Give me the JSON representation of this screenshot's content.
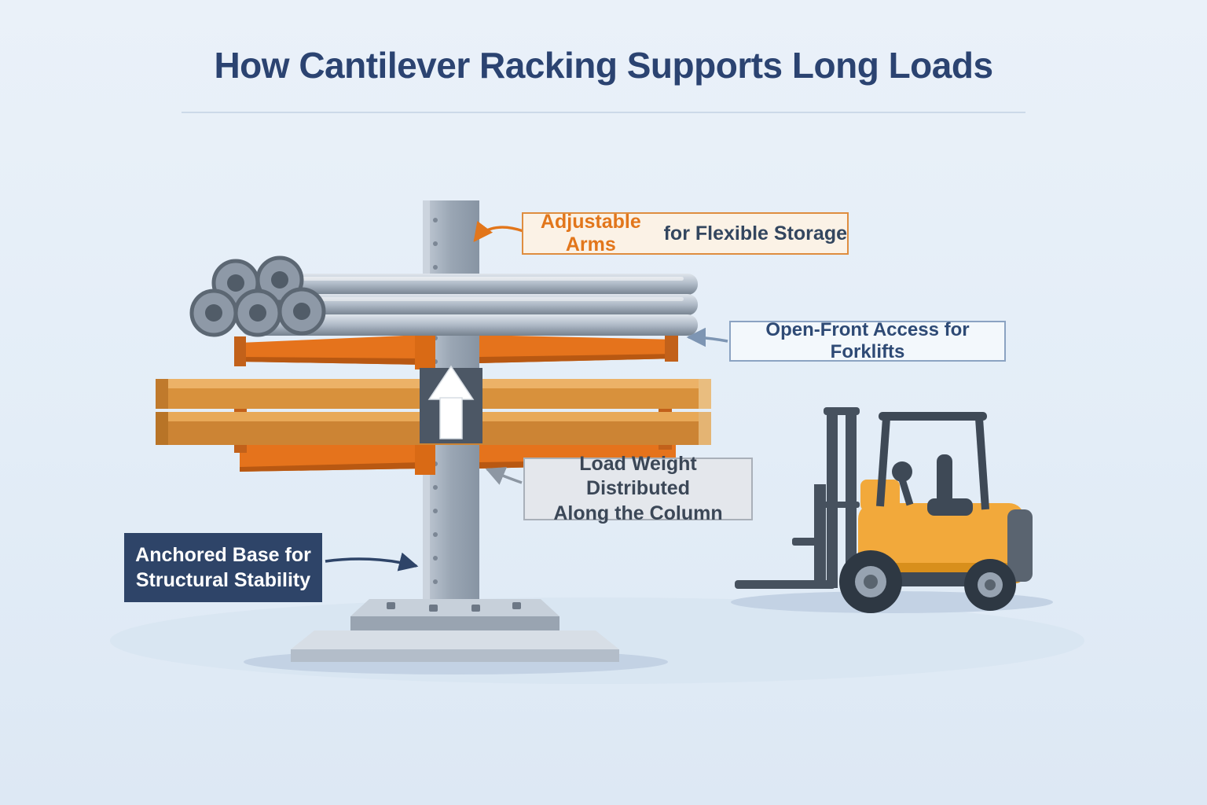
{
  "title": "How Cantilever Racking Supports Long Loads",
  "callouts": {
    "adjustable_arms": {
      "highlight": "Adjustable Arms",
      "rest": " for Flexible Storage"
    },
    "open_front": {
      "label": "Open-Front Access for Forklifts"
    },
    "load_weight": {
      "line1": "Load Weight Distributed",
      "line2": "Along the Column"
    },
    "anchored_base": {
      "line1": "Anchored Base for",
      "line2": "Structural Stability"
    }
  },
  "diagram": {
    "parts": [
      "cantilever-column",
      "adjustable-arms",
      "steel-pipes-load",
      "lumber-load",
      "load-direction-up-arrow",
      "anchored-base-plate",
      "forklift"
    ]
  },
  "colors": {
    "background": "#e6eef7",
    "title_navy": "#2b4371",
    "accent_orange": "#e2761b",
    "arm_orange": "#e5731c",
    "wood_tan": "#d8913c",
    "steel_gray": "#9aa6b4",
    "callout_blue_border": "#8ba3c2",
    "dark_callout_bg": "#2e4468",
    "forklift_yellow": "#f2a93b"
  }
}
